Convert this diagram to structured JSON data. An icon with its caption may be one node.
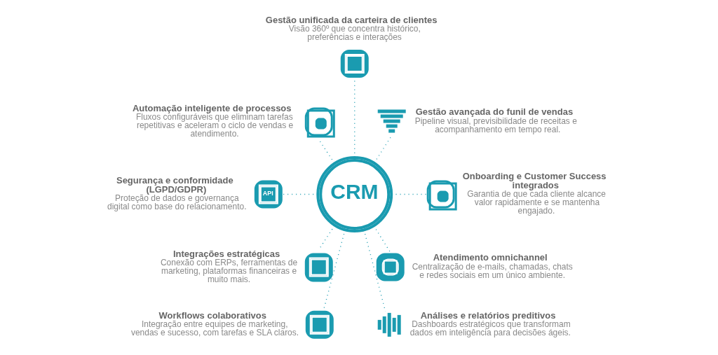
{
  "diagram": {
    "nodes": [
      {
        "text": [
          "CRM"
        ]
      },
      {
        "text": [],
        "shape": "picture",
        "beside": [
          "Gestão unificada da carteira de clientes",
          "Visão 360º que concentra histórico, preferências e interações"
        ]
      },
      {
        "text": [],
        "shape": "picture",
        "beside": [
          "Gestão avançada do funil de vendas",
          "Pipeline visual, previsibilidade de receitas e acompanhamento em tempo real."
        ]
      },
      {
        "text": [],
        "shape": "picture",
        "beside": [
          "Onboarding e Customer Success integrados",
          "Garantia de que cada cliente alcance valor rapidamente e se mantenha engajado."
        ]
      },
      {
        "text": [],
        "shape": "picture",
        "beside": [
          "Atendimento omnichannel",
          "Centralização de e-mails, chamadas, chats e redes sociais em um único ambiente."
        ]
      },
      {
        "text": [],
        "shape": "picture",
        "beside": [
          "Análises e relatórios preditivos",
          "Dashboards estratégicos que transformam dados em inteligência para decisões ágeis."
        ]
      },
      {
        "text": [],
        "shape": "picture",
        "beside": [
          "Workflows colaborativos",
          "Integração entre equipes de marketing, vendas e sucesso, com tarefas e SLA claros."
        ]
      },
      {
        "text": [],
        "shape": "picture",
        "beside": [
          "Integrações estratégicas",
          "Conexão com ERPs, ferramentas de marketing, plataformas financeiras e muito mais."
        ]
      },
      {
        "text": [
          "API"
        ],
        "beside": [
          "Segurança e conformidade (LGPD/GDPR)",
          "Proteção de dados e governança digital como base do relacionamento."
        ]
      },
      {
        "text": [],
        "shape": "picture",
        "beside": [
          "Automação inteligente de processos",
          "Fluxos configuráveis que eliminam tarefas repetitivas e aceleram o ciclo de vendas e atendimento."
        ]
      }
    ],
    "edges": [
      {
        "from": 0,
        "to": 1,
        "arrow": "none",
        "style": "dashed"
      },
      {
        "from": 0,
        "to": 2,
        "arrow": "none",
        "style": "dashed"
      },
      {
        "from": 0,
        "to": 3,
        "arrow": "none",
        "style": "dashed"
      },
      {
        "from": 0,
        "to": 4,
        "arrow": "none",
        "style": "dashed"
      },
      {
        "from": 0,
        "to": 5,
        "arrow": "none",
        "style": "dashed"
      },
      {
        "from": 0,
        "to": 6,
        "arrow": "none",
        "style": "dashed"
      },
      {
        "from": 0,
        "to": 7,
        "arrow": "none",
        "style": "dashed"
      },
      {
        "from": 0,
        "to": 8,
        "arrow": "none",
        "style": "dashed"
      },
      {
        "from": 0,
        "to": 9,
        "arrow": "none",
        "style": "dashed"
      }
    ]
  }
}
